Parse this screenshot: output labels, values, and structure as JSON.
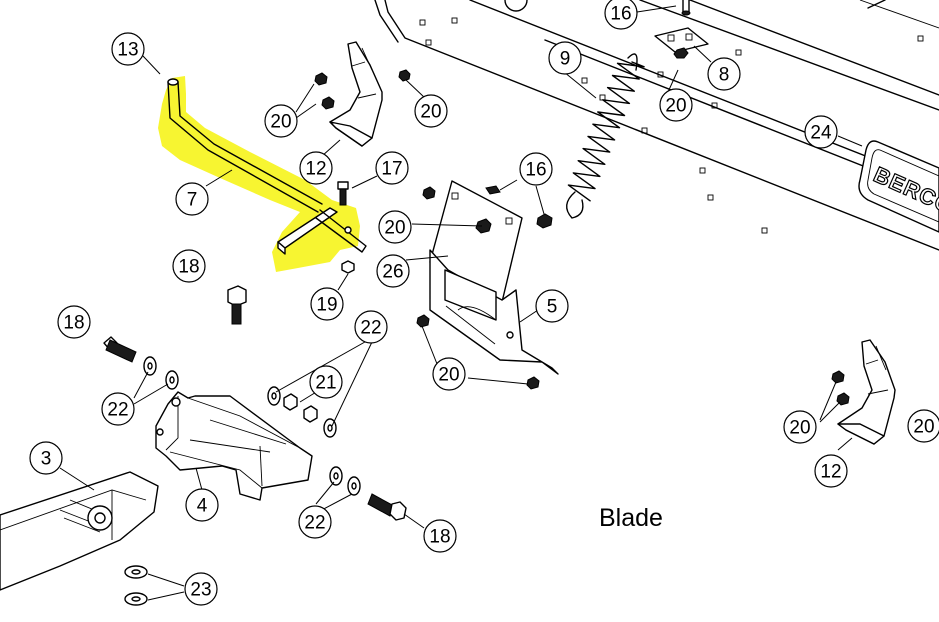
{
  "diagram": {
    "section_label": "Blade",
    "logo_text": "BERCO",
    "highlight_color": "#f7f531",
    "callouts": [
      {
        "id": "c13-a",
        "number": "13"
      },
      {
        "id": "c16-a",
        "number": "16"
      },
      {
        "id": "c8",
        "number": "8"
      },
      {
        "id": "c9",
        "number": "9"
      },
      {
        "id": "c20-a",
        "number": "20"
      },
      {
        "id": "c20-b",
        "number": "20"
      },
      {
        "id": "c20-c",
        "number": "20"
      },
      {
        "id": "c24",
        "number": "24"
      },
      {
        "id": "c12-a",
        "number": "12"
      },
      {
        "id": "c17",
        "number": "17"
      },
      {
        "id": "c16-b",
        "number": "16"
      },
      {
        "id": "c7",
        "number": "7"
      },
      {
        "id": "c20-d",
        "number": "20"
      },
      {
        "id": "c26",
        "number": "26"
      },
      {
        "id": "c18-a",
        "number": "18"
      },
      {
        "id": "c19",
        "number": "19"
      },
      {
        "id": "c5",
        "number": "5"
      },
      {
        "id": "c18-b",
        "number": "18"
      },
      {
        "id": "c22-a",
        "number": "22"
      },
      {
        "id": "c21",
        "number": "21"
      },
      {
        "id": "c22-b",
        "number": "22"
      },
      {
        "id": "c20-e",
        "number": "20"
      },
      {
        "id": "c20-f",
        "number": "20"
      },
      {
        "id": "c20-g",
        "number": "20"
      },
      {
        "id": "c12-b",
        "number": "12"
      },
      {
        "id": "c3",
        "number": "3"
      },
      {
        "id": "c4",
        "number": "4"
      },
      {
        "id": "c22-c",
        "number": "22"
      },
      {
        "id": "c18-c",
        "number": "18"
      },
      {
        "id": "c23",
        "number": "23"
      }
    ]
  }
}
